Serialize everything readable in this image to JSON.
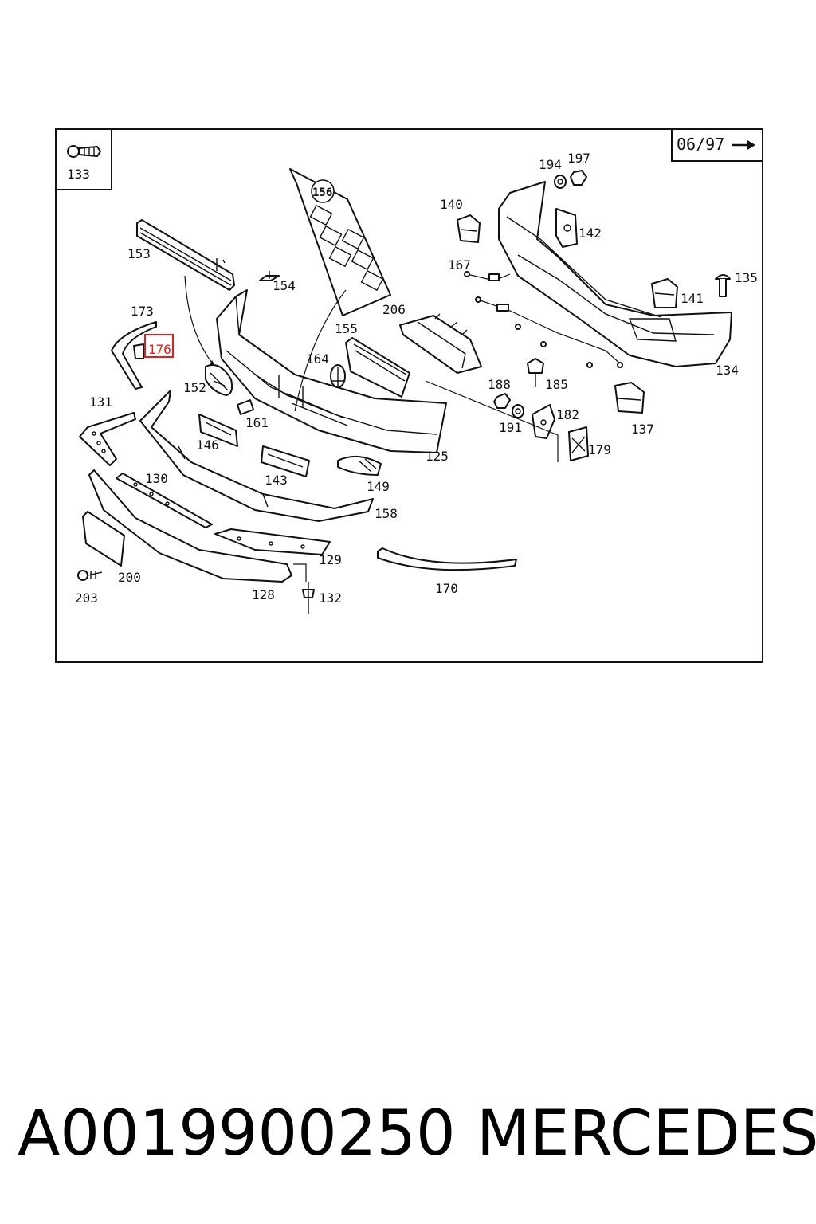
{
  "diagram": {
    "date_marker": "06/97",
    "highlight_color": "#e02020",
    "callouts": [
      {
        "id": "133"
      },
      {
        "id": "153"
      },
      {
        "id": "154"
      },
      {
        "id": "156"
      },
      {
        "id": "206"
      },
      {
        "id": "140"
      },
      {
        "id": "194"
      },
      {
        "id": "197"
      },
      {
        "id": "142"
      },
      {
        "id": "167"
      },
      {
        "id": "135"
      },
      {
        "id": "141"
      },
      {
        "id": "173"
      },
      {
        "id": "176"
      },
      {
        "id": "155"
      },
      {
        "id": "164"
      },
      {
        "id": "152"
      },
      {
        "id": "131"
      },
      {
        "id": "161"
      },
      {
        "id": "146"
      },
      {
        "id": "188"
      },
      {
        "id": "185"
      },
      {
        "id": "134"
      },
      {
        "id": "182"
      },
      {
        "id": "191"
      },
      {
        "id": "137"
      },
      {
        "id": "179"
      },
      {
        "id": "125"
      },
      {
        "id": "143"
      },
      {
        "id": "149"
      },
      {
        "id": "130"
      },
      {
        "id": "158"
      },
      {
        "id": "129"
      },
      {
        "id": "200"
      },
      {
        "id": "203"
      },
      {
        "id": "128"
      },
      {
        "id": "132"
      },
      {
        "id": "170"
      }
    ]
  },
  "footer": {
    "part_number": "A0019900250",
    "brand": "MERCEDES"
  }
}
